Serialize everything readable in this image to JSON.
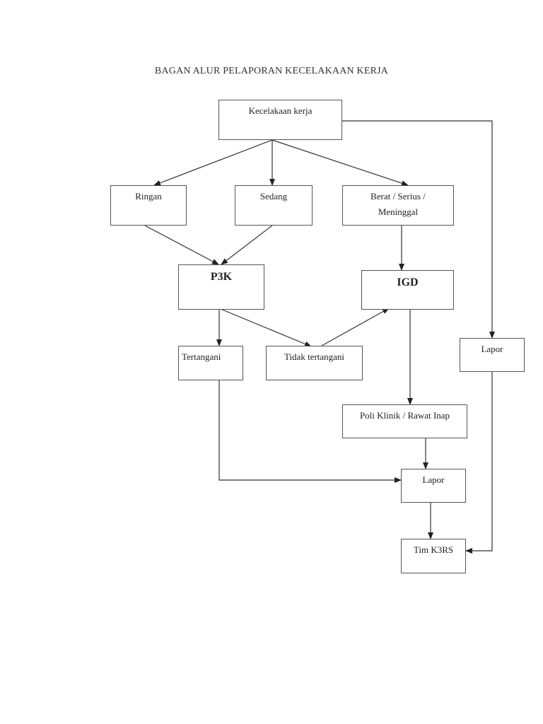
{
  "title": "BAGAN ALUR PELAPORAN KECELAKAAN KERJA",
  "nodes": {
    "kecelakaan": "Kecelakaan kerja",
    "ringan": "Ringan",
    "sedang": "Sedang",
    "berat": "Berat / Serius / Meninggal",
    "p3k": "P3K",
    "igd": "IGD",
    "tertangani": "Tertangani",
    "tidak_tertangani": "Tidak tertangani",
    "lapor_right": "Lapor",
    "poli": "Poli Klinik / Rawat Inap",
    "lapor_bottom": "Lapor",
    "tim": "Tim K3RS"
  },
  "edges": [
    [
      "kecelakaan",
      "ringan"
    ],
    [
      "kecelakaan",
      "sedang"
    ],
    [
      "kecelakaan",
      "berat"
    ],
    [
      "kecelakaan",
      "lapor_right"
    ],
    [
      "ringan",
      "p3k"
    ],
    [
      "sedang",
      "p3k"
    ],
    [
      "berat",
      "igd"
    ],
    [
      "p3k",
      "tertangani"
    ],
    [
      "p3k",
      "tidak_tertangani"
    ],
    [
      "tidak_tertangani",
      "igd"
    ],
    [
      "igd",
      "poli"
    ],
    [
      "poli",
      "lapor_bottom"
    ],
    [
      "tertangani",
      "lapor_bottom"
    ],
    [
      "lapor_bottom",
      "tim"
    ],
    [
      "lapor_right",
      "tim"
    ]
  ]
}
